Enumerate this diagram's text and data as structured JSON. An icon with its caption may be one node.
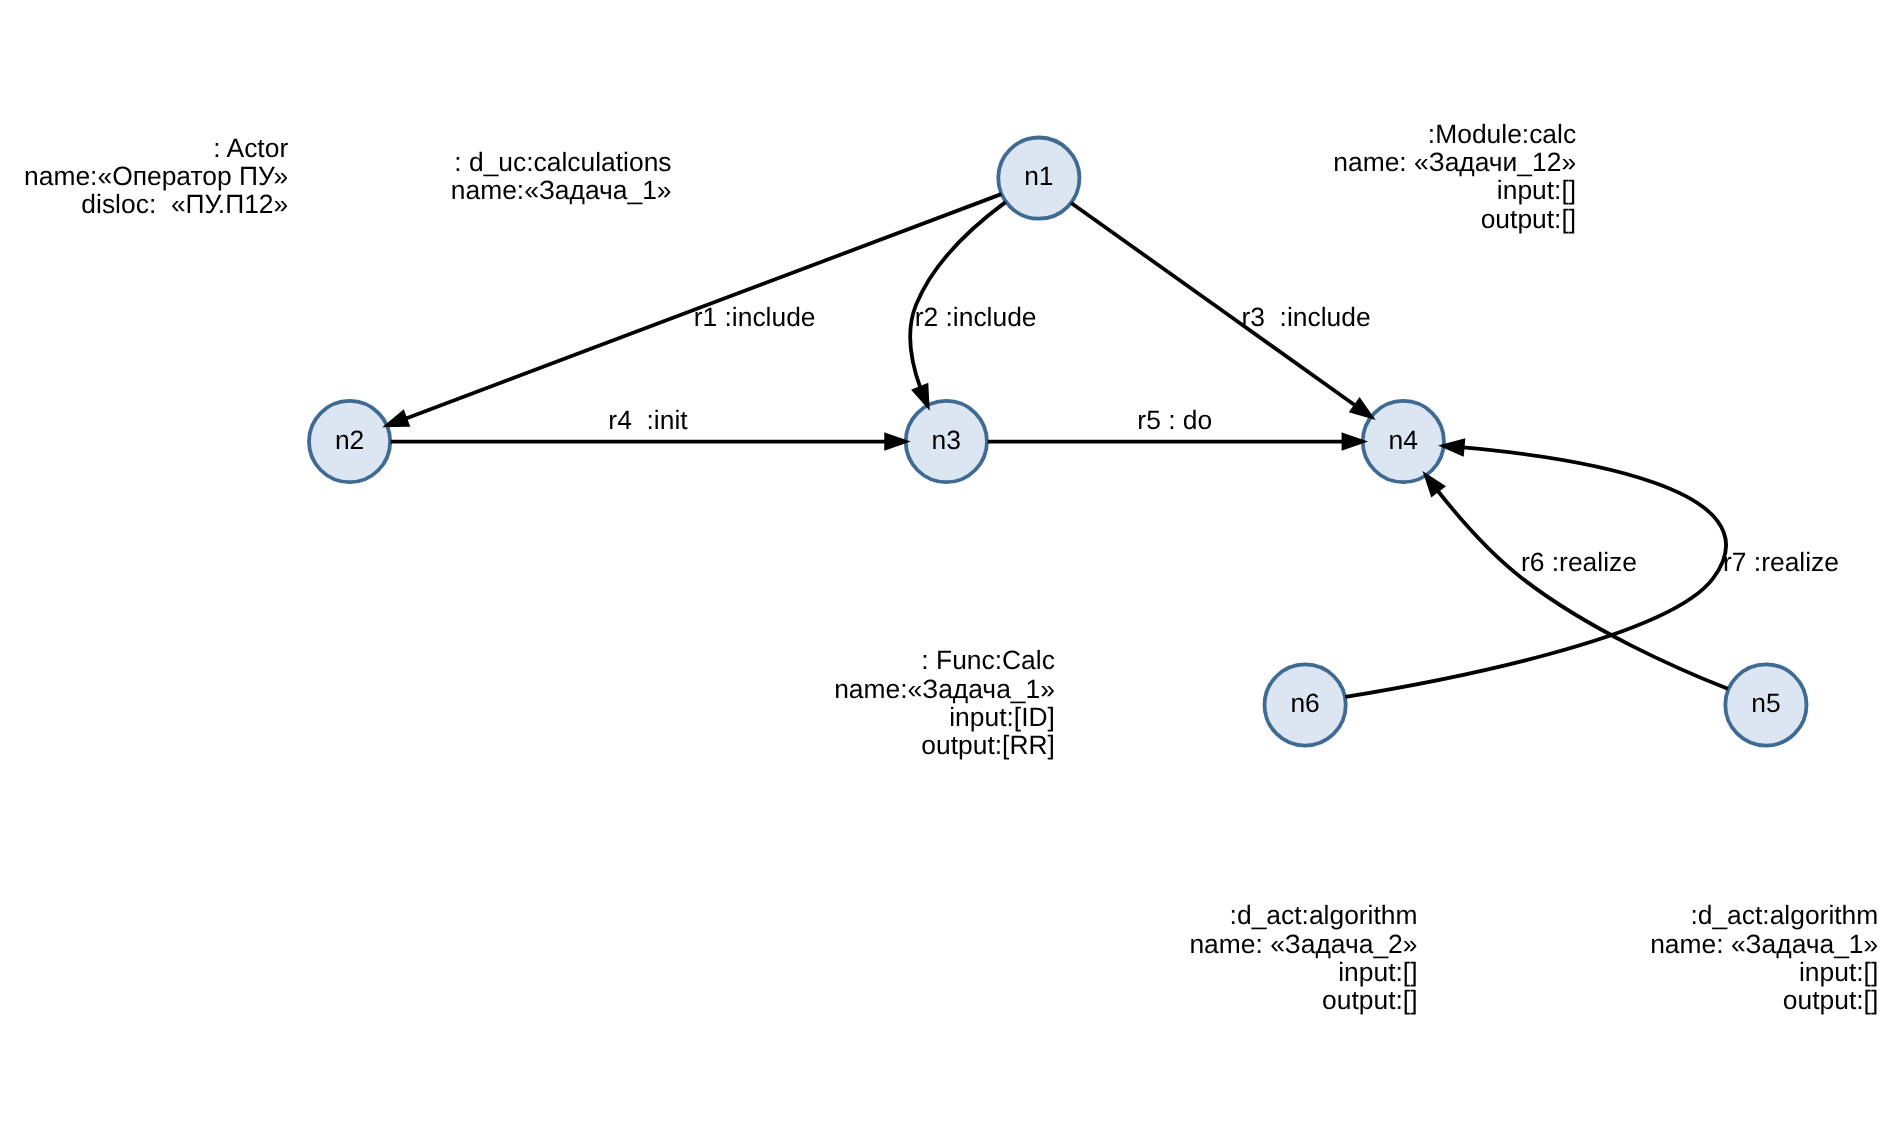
{
  "diagram": {
    "nodes": [
      {
        "text": [
          "n1"
        ],
        "beside": [
          ": d_uc:calculations",
          "name:«Задача_1»"
        ]
      },
      {
        "text": [
          "n2"
        ],
        "beside": [
          ": Actor",
          "name:«Оператор ПУ»",
          "disloc:  «ПУ.П12»"
        ]
      },
      {
        "text": [
          "n3"
        ],
        "beside": [
          ": Func:Calc",
          "name:«Задача_1»",
          "input:[ID]",
          "output:[RR]"
        ]
      },
      {
        "text": [
          "n4"
        ],
        "beside": [
          ":Module:calc",
          "name: «Задачи_12»",
          "input:[]",
          "output:[]"
        ]
      },
      {
        "text": [
          "n5"
        ],
        "beside": [
          ":d_act:algorithm",
          "name: «Задача_1»",
          "input:[]",
          "output:[]"
        ]
      },
      {
        "text": [
          "n6"
        ],
        "beside": [
          ":d_act:algorithm",
          "name: «Задача_2»",
          "input:[]",
          "output:[]"
        ]
      }
    ],
    "edges": [
      {
        "from": 0,
        "to": 1,
        "arrow": "to",
        "label": "r1 :include"
      },
      {
        "from": 0,
        "to": 2,
        "arrow": "to",
        "label": "r2 :include"
      },
      {
        "from": 0,
        "to": 3,
        "arrow": "to",
        "label": "r3  :include"
      },
      {
        "from": 1,
        "to": 2,
        "arrow": "to",
        "label": "r4  :init"
      },
      {
        "from": 2,
        "to": 3,
        "arrow": "to",
        "label": "r5 : do"
      },
      {
        "from": 4,
        "to": 3,
        "arrow": "to",
        "label": "r6 :realize"
      },
      {
        "from": 5,
        "to": 3,
        "arrow": "to",
        "label": "r7 :realize"
      }
    ]
  }
}
